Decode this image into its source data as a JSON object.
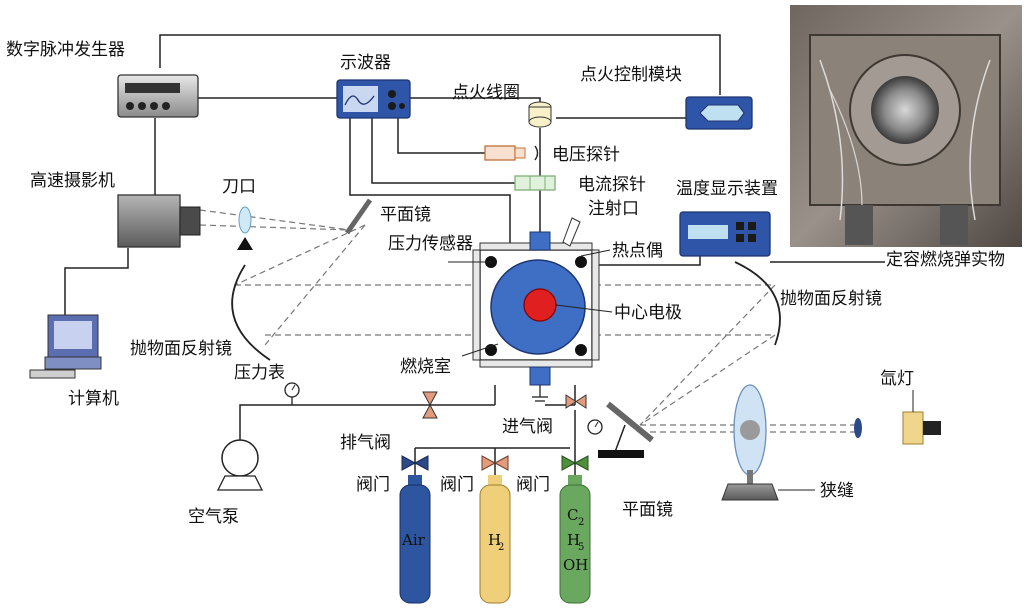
{
  "labels": {
    "pulse_generator": "数字脉冲发生器",
    "oscilloscope": "示波器",
    "ignition_coil": "点火线圈",
    "ignition_control": "点火控制模块",
    "voltage_probe": "电压探针",
    "current_probe": "电流探针",
    "temp_display": "温度显示装置",
    "high_speed_camera": "高速摄影机",
    "knife_edge": "刀口",
    "plane_mirror_top": "平面镜",
    "pressure_sensor": "压力传感器",
    "injection_port": "注射口",
    "thermocouple": "热点偶",
    "center_electrode": "中心电极",
    "parabolic_mirror_left": "抛物面反射镜",
    "parabolic_mirror_right": "抛物面反射镜",
    "combustion_chamber": "燃烧室",
    "pressure_gauge": "压力表",
    "computer": "计算机",
    "exhaust_valve": "排气阀",
    "intake_valve": "进气阀",
    "air_pump": "空气泵",
    "valve_1": "阀门",
    "valve_2": "阀门",
    "valve_3": "阀门",
    "plane_mirror_bottom": "平面镜",
    "slit": "狭缝",
    "xenon_lamp": "氙灯",
    "photo_caption": "定容燃烧弹实物"
  },
  "cylinders": {
    "air": "Air",
    "h2_main": "H",
    "h2_sub": "2",
    "c2_main": "C",
    "c2_sub": "2",
    "h5_main": "H",
    "h5_sub": "5",
    "oh": "OH"
  },
  "colors": {
    "air_cylinder": "#2d55a0",
    "h2_cylinder": "#f0cf7a",
    "ethanol_cylinder": "#6aa860",
    "chamber_outer": "#3f6fc4",
    "chamber_center": "#e02020",
    "device_blue": "#2f55a8",
    "valve_blue": "#2c4a8a",
    "valve_orange": "#e49b7c",
    "valve_green": "#4f8f3b"
  }
}
